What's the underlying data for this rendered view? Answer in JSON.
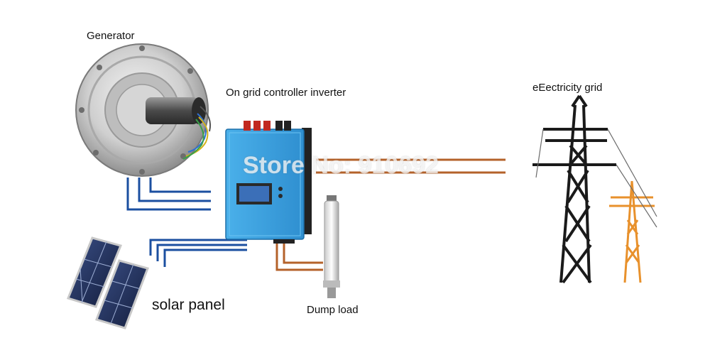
{
  "labels": {
    "generator": "Generator",
    "inverter": "On grid controller inverter",
    "grid": "eEectricity grid",
    "solar_panel": "solar panel",
    "dump_load": "Dump load"
  },
  "watermark": "Store No: 910692",
  "colors": {
    "dc_wire": "#1b4fa0",
    "ac_wire": "#b4622a",
    "inverter_body": "#3a9fdc",
    "tower_dark": "#1a1a1a",
    "tower_orange": "#e8912c"
  }
}
